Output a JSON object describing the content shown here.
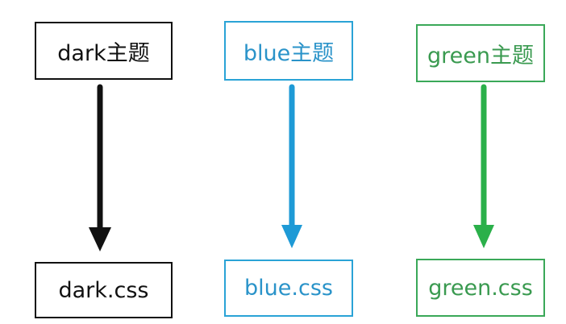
{
  "themes": [
    {
      "label": "dark主题",
      "file": "dark.css",
      "color": "#111111",
      "text_color": "#111111"
    },
    {
      "label": "blue主题",
      "file": "blue.css",
      "color": "#1e9ad6",
      "text_color": "#2a93c9"
    },
    {
      "label": "green主题",
      "file": "green.css",
      "color": "#2bb04a",
      "text_color": "#3a9a50"
    }
  ]
}
